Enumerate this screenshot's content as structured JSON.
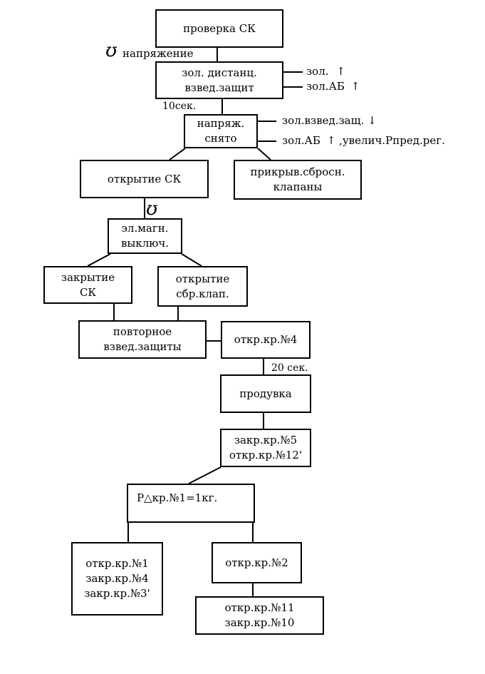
{
  "nodes": {
    "check_sk": "проверка СК",
    "zol_distance": [
      "зол. дистанц.",
      "взвед.защит"
    ],
    "voltage_removed": [
      "напряж.",
      "снято"
    ],
    "open_sk": "открытие СК",
    "cover_valves": [
      "прикрыв.сбросн.",
      "клапаны"
    ],
    "em_switch": [
      "эл.магн.",
      "выключ."
    ],
    "close_sk": [
      "закрытие",
      "СК"
    ],
    "open_vent_valves": [
      "открытие",
      "сбр.клап."
    ],
    "reset_protection": [
      "повторное",
      "взвед.защиты"
    ],
    "open_valve_4": "откр.кр.№4",
    "purge": "продувка",
    "valve_5_12": [
      "закр.кр.№5",
      "откр.кр.№12'"
    ],
    "pressure_cond": "Р△кр.№1=1кг.",
    "valves_1_4_3": [
      "откр.кр.№1",
      "закр.кр.№4",
      "закр.кр.№3'"
    ],
    "open_valve_2": "откр.кр.№2",
    "valves_11_10": [
      "откр.кр.№11",
      "закр.кр.№10"
    ]
  },
  "labels": {
    "voltage": "напряжение",
    "ten_sec": "10сек.",
    "twenty_sec": "20 сек.",
    "zol_up": "зол.",
    "zol_ab_up": "зол.АБ",
    "zol_cocked_down": "зол.взвед.защ.",
    "zol_ab_increase_prefix": "зол.АБ",
    "zol_ab_increase_suffix": ",увелич.Рпред.рег."
  },
  "symbols": {
    "voltage_symbol": "ʊ",
    "voltage_symbol_2": "ʊ",
    "arrow_up": "↑",
    "arrow_down": "↓"
  }
}
